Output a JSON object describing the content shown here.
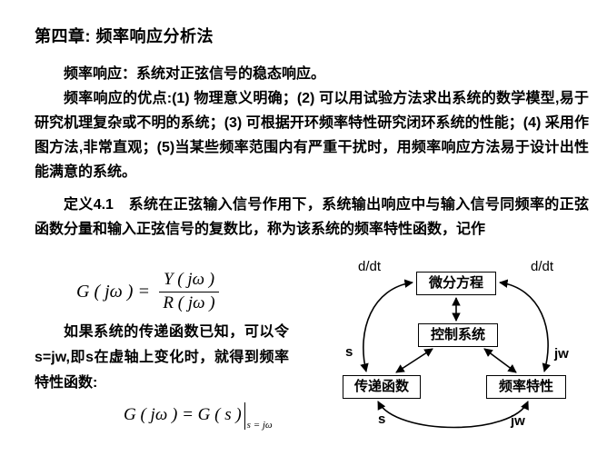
{
  "title": "第四章: 频率响应分析法",
  "body": {
    "p1": "频率响应：系统对正弦信号的稳态响应。",
    "p2": "频率响应的优点:(1) 物理意义明确；(2) 可以用试验方法求出系统的数学模型,易于研究机理复杂或不明的系统；(3) 可根据开环频率特性研究闭环系统的性能；(4) 采用作图方法,非常直观；(5)当某些频率范围内有严重干扰时，用频率响应方法易于设计出性能满意的系统。",
    "p3": "定义4.1　系统在正弦输入信号作用下，系统输出响应中与输入信号同频率的正弦函数分量和输入正弦信号的复数比，称为该系统的频率特性函数，记作",
    "p4": "如果系统的传递函数已知，可以令s=jw,即s在虚轴上变化时，就得到频率特性函数:"
  },
  "formulas": {
    "f1": {
      "lhs": "G ( jω ) =",
      "num": "Y ( jω )",
      "den": "R ( jω )"
    },
    "f2": {
      "body": "G ( jω ) = G ( s )",
      "condition": "s = jω"
    }
  },
  "diagram": {
    "boxes": {
      "diff_eq": "微分方程",
      "control_sys": "控制系统",
      "transfer_fn": "传递函数",
      "freq_char": "频率特性"
    },
    "labels": {
      "ddt_left": "d/dt",
      "ddt_right": "d/dt",
      "s_mid": "s",
      "jw_mid": "jw",
      "s_bottom": "s",
      "jw_bottom": "jw"
    }
  }
}
